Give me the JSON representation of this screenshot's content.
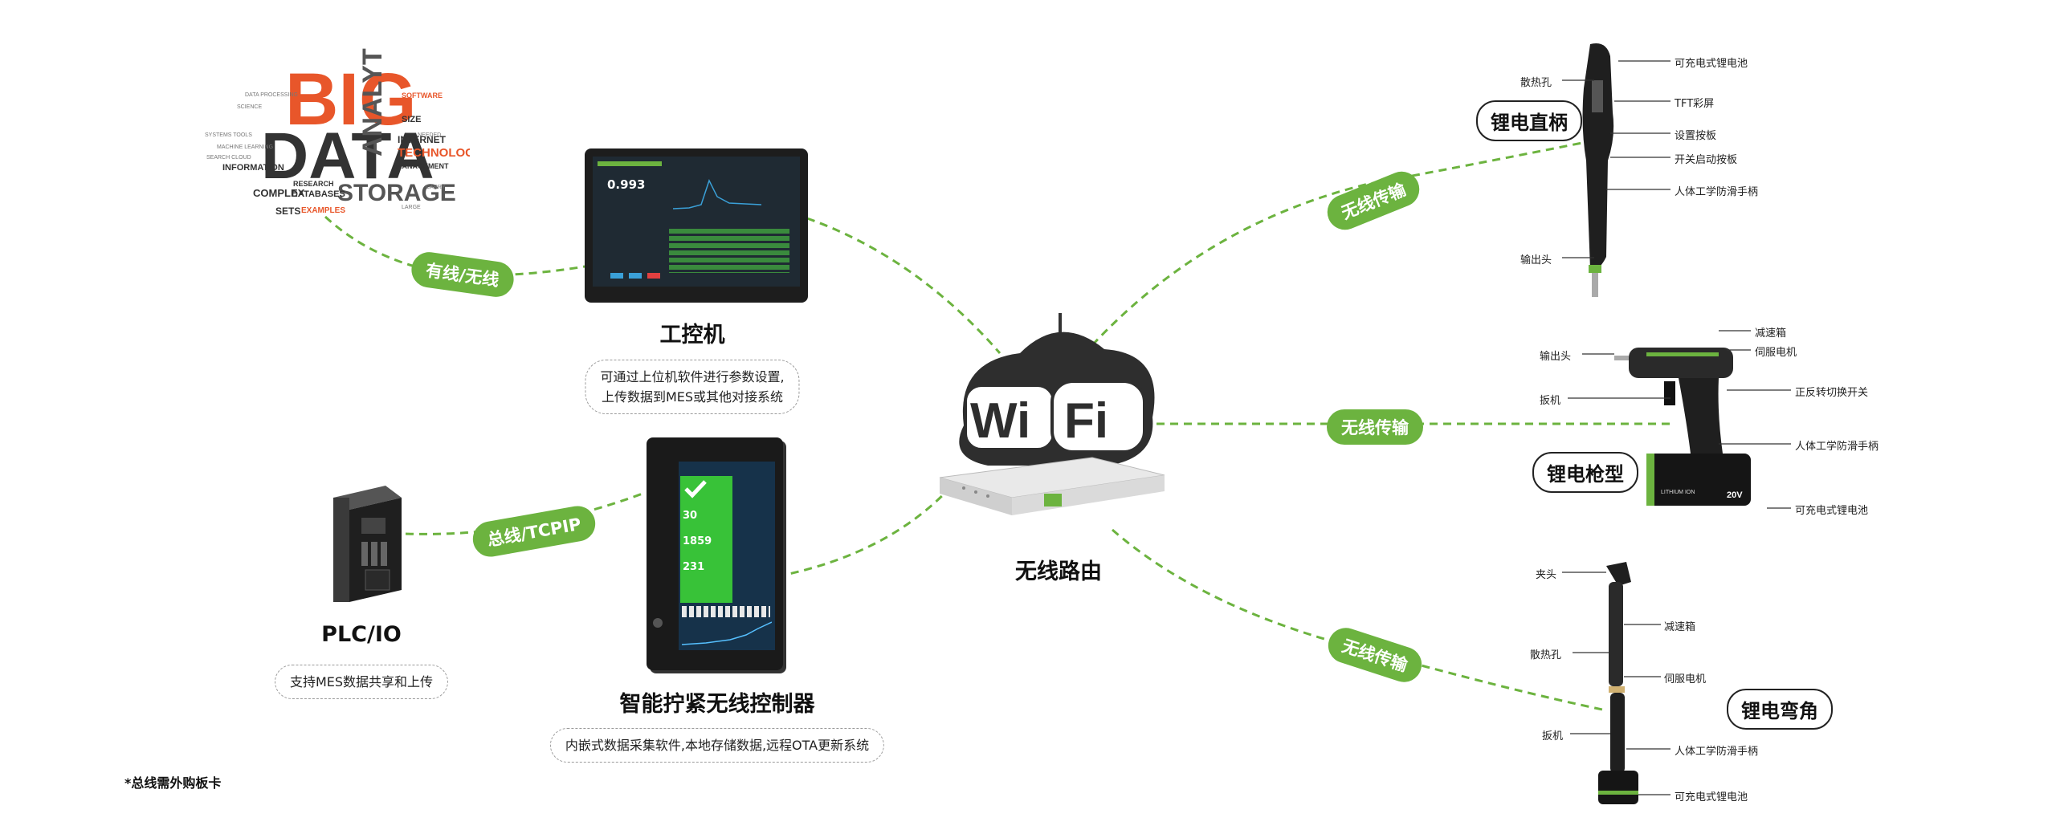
{
  "center": {
    "title": "无线路由",
    "wifi_left": "Wi",
    "wifi_right": "Fi"
  },
  "pc": {
    "title": "工控机",
    "desc_line1": "可通过上位机软件进行参数设置,",
    "desc_line2": "上传数据到MES或其他对接系统",
    "screen_value": "0.993"
  },
  "controller": {
    "title": "智能拧紧无线控制器",
    "desc": "内嵌式数据采集软件,本地存储数据,远程OTA更新系统",
    "screen_values": [
      "30",
      "1859",
      "231"
    ]
  },
  "plc": {
    "title": "PLC/IO",
    "desc": "支持MES数据共享和上传"
  },
  "bigdata": {
    "big": "BIG",
    "data": "DATA",
    "words": [
      "ANALYTICS",
      "STORAGE",
      "TECHNOLOGIES",
      "INFORMATION",
      "COMPLEX",
      "DATABASES",
      "INTERNET",
      "SETS",
      "EXAMPLES",
      "SIZE",
      "SOFTWARE",
      "RESEARCH",
      "MANAGEMENT"
    ]
  },
  "connections": {
    "wired_wireless": "有线/无线",
    "bus_tcpip": "总线/TCPIP",
    "wireless_1": "无线传输",
    "wireless_2": "无线传输",
    "wireless_3": "无线传输"
  },
  "tool_straight": {
    "name": "锂电直柄",
    "labels": {
      "battery": "可充电式锂电池",
      "vent": "散热孔",
      "tft": "TFT彩屏",
      "settings": "设置按板",
      "switch": "开关启动按板",
      "grip": "人体工学防滑手柄",
      "output": "输出头"
    }
  },
  "tool_gun": {
    "name": "锂电枪型",
    "labels": {
      "gearbox": "减速箱",
      "output": "输出头",
      "servo": "伺服电机",
      "trigger": "扳机",
      "reverse": "正反转切换开关",
      "grip": "人体工学防滑手柄",
      "battery": "可充电式锂电池"
    },
    "battery_text": "LITHIUM ION",
    "battery_volt": "20V"
  },
  "tool_angle": {
    "name": "锂电弯角",
    "labels": {
      "clamp": "夹头",
      "gearbox": "减速箱",
      "vent": "散热孔",
      "servo": "伺服电机",
      "trigger": "扳机",
      "grip": "人体工学防滑手柄",
      "battery": "可充电式锂电池"
    }
  },
  "footnote": "*总线需外购板卡",
  "colors": {
    "accent_green": "#6cb33f",
    "orange": "#e8562a",
    "dark": "#2b2b2b"
  }
}
